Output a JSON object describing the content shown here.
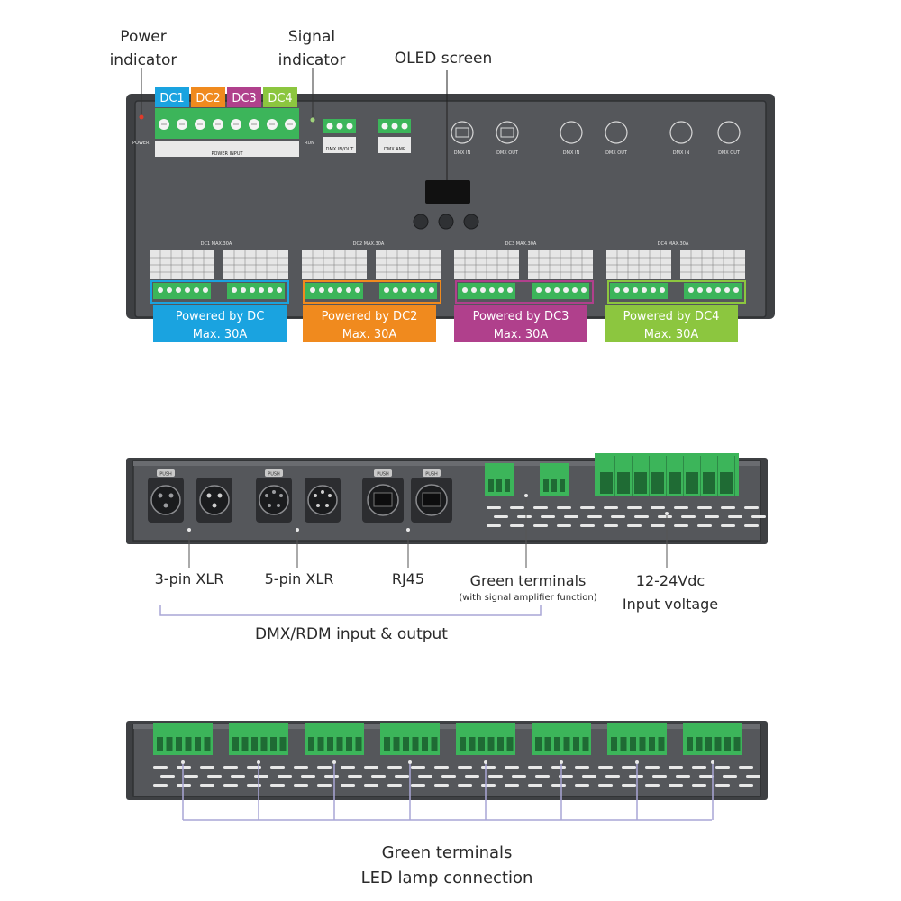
{
  "top_panel": {
    "callouts": {
      "power_line1": "Power",
      "power_line2": "indicator",
      "signal_line1": "Signal",
      "signal_line2": "indicator",
      "oled": "OLED screen"
    },
    "input_labels": [
      "DC1",
      "DC2",
      "DC3",
      "DC4"
    ],
    "input_colors": [
      "#1aa3e0",
      "#f08a1e",
      "#b0408c",
      "#8cc63f"
    ],
    "panel_marks": {
      "power": "POWER",
      "run": "RUN",
      "power_input": "POWER INPUT",
      "dmx_in_out": "DMX IN/OUT",
      "dmx_amp": "DMX AMP",
      "dmx_in": "DMX IN",
      "dmx_out": "DMX OUT"
    },
    "group_headers": [
      "DC1 MAX.30A",
      "DC2 MAX.30A",
      "DC3 MAX.30A",
      "DC4 MAX.30A"
    ],
    "banners": [
      {
        "line1": "Powered by DC",
        "line2": "Max. 30A"
      },
      {
        "line1": "Powered by DC2",
        "line2": "Max. 30A"
      },
      {
        "line1": "Powered by DC3",
        "line2": "Max. 30A"
      },
      {
        "line1": "Powered by DC4",
        "line2": "Max. 30A"
      }
    ]
  },
  "middle_panel": {
    "push": "PUSH",
    "labels": {
      "xlr3": "3-pin XLR",
      "xlr5": "5-pin XLR",
      "rj45": "RJ45",
      "green_terminals": "Green terminals",
      "green_sub": "(with signal amplifier function)",
      "voltage_line1": "12-24Vdc",
      "voltage_line2": "Input voltage",
      "dmx_rdm": "DMX/RDM input & output"
    }
  },
  "bottom_panel": {
    "label_line1": "Green terminals",
    "label_line2": "LED lamp connection"
  },
  "colors": {
    "panel": "#55575b",
    "terminal_green": "#3cb55a",
    "leader": "#a9a6d6"
  }
}
